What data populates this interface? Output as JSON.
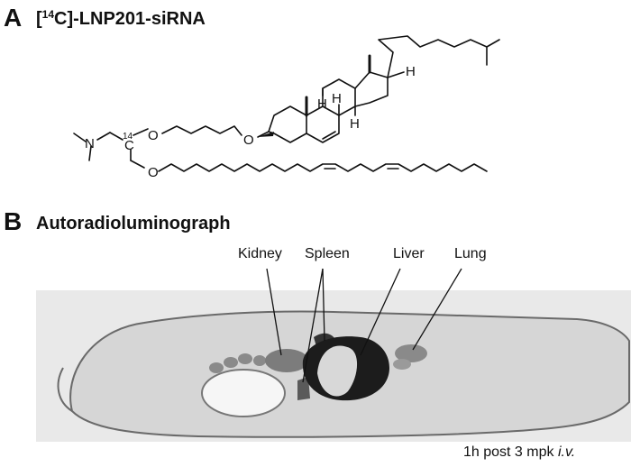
{
  "panel_a": {
    "letter": "A",
    "title_prefix": "[",
    "title_sup": "14",
    "title_suffix": "C]-LNP201-siRNA",
    "atom_labels": {
      "nitrogen": "N",
      "oxygen": "O",
      "hydrogen": "H",
      "carbon14_sup": "14",
      "carbon": "C"
    }
  },
  "panel_b": {
    "letter": "B",
    "title": "Autoradioluminograph",
    "organ_labels": {
      "kidney": "Kidney",
      "spleen": "Spleen",
      "liver": "Liver",
      "lung": "Lung"
    },
    "caption_main": "1h post 3 mpk ",
    "caption_route": "i.v."
  }
}
